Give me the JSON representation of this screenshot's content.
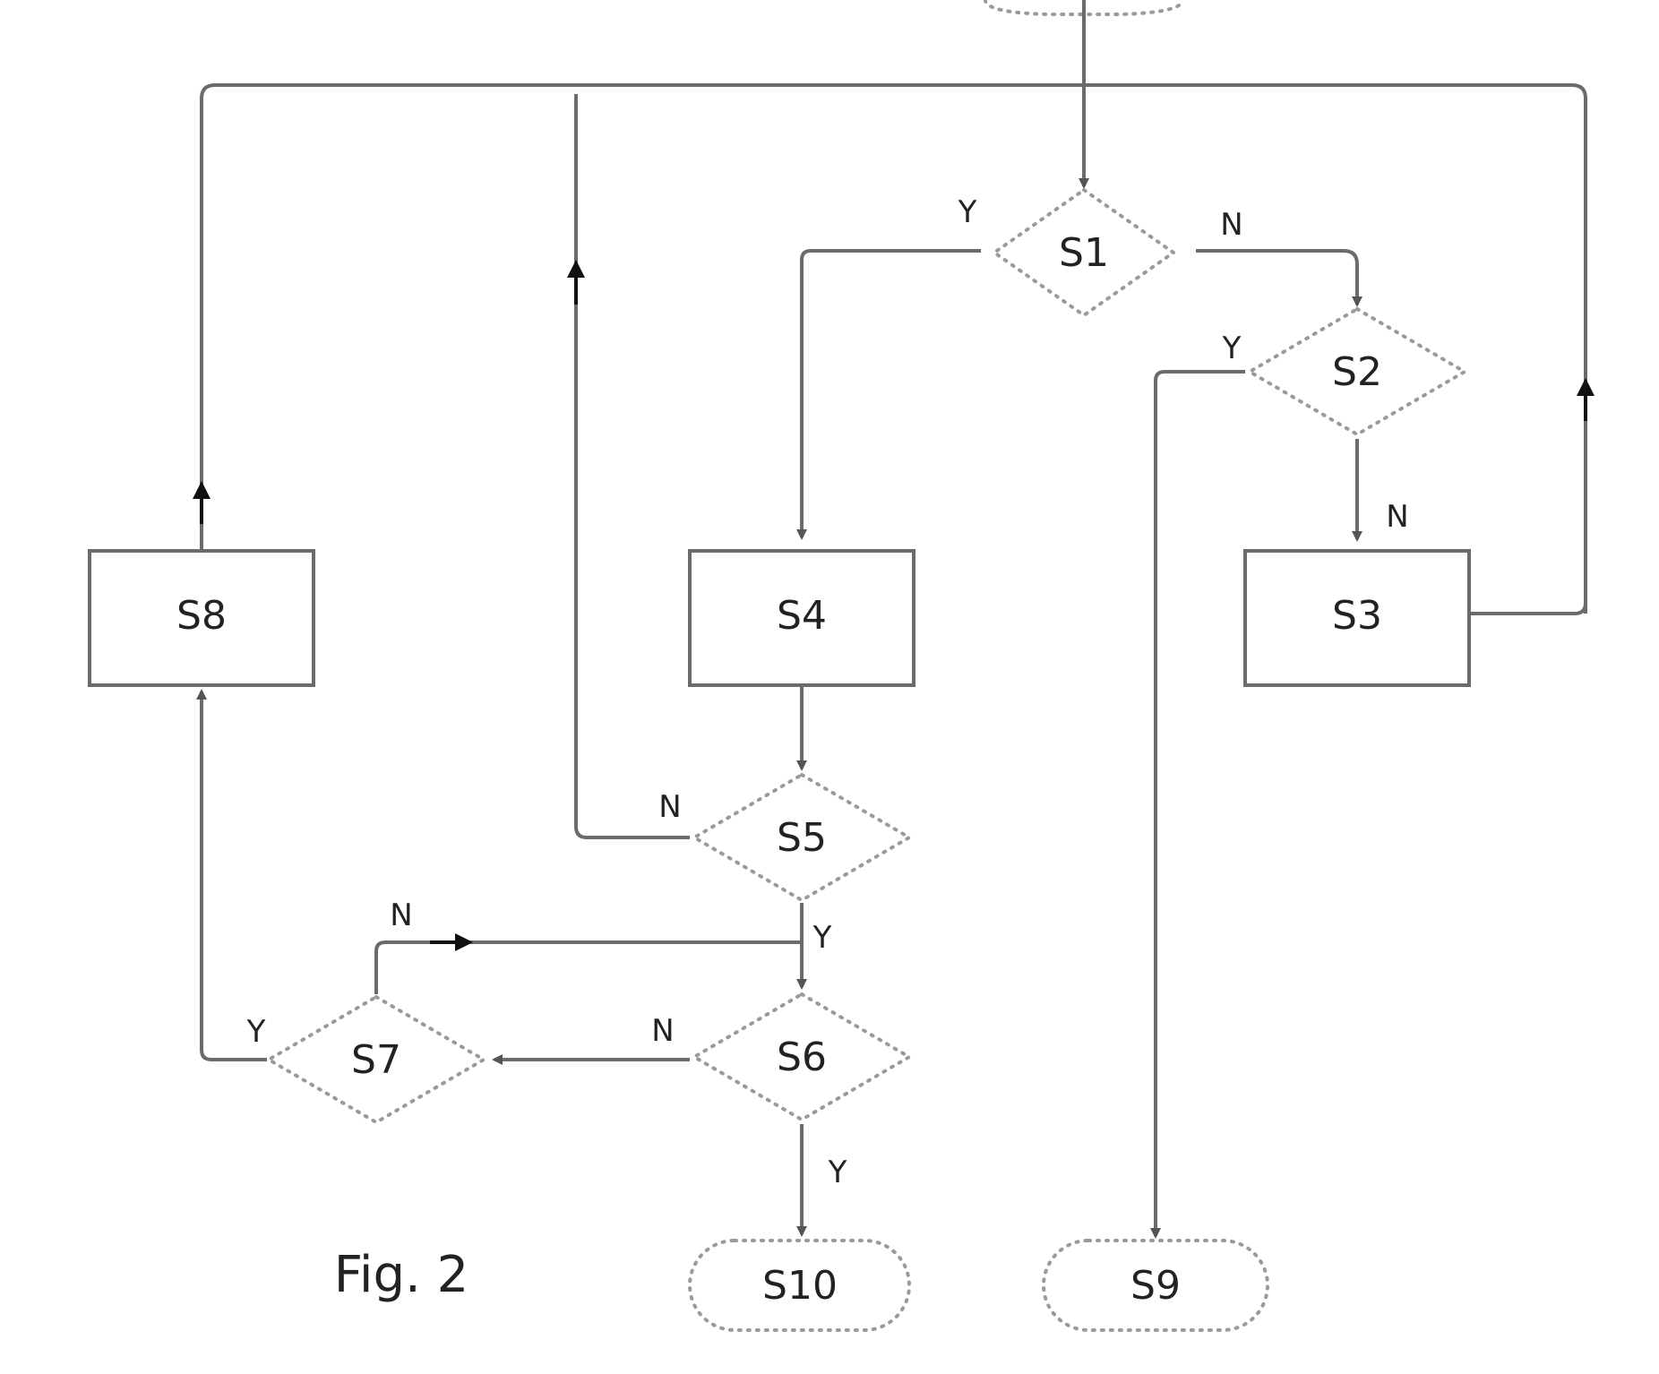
{
  "figure": {
    "title": "Fig. 2"
  },
  "nodes": {
    "S1": "S1",
    "S2": "S2",
    "S3": "S3",
    "S4": "S4",
    "S5": "S5",
    "S6": "S6",
    "S7": "S7",
    "S8": "S8",
    "S9": "S9",
    "S10": "S10"
  },
  "edge_labels": {
    "s1_yes": "Y",
    "s1_no": "N",
    "s2_yes": "Y",
    "s2_no": "N",
    "s5_no": "N",
    "s5_yes": "Y",
    "s6_no": "N",
    "s6_yes": "Y",
    "s7_yes": "Y",
    "s7_no": "N"
  },
  "colors": {
    "line": "#6b6b6b",
    "dotted": "#9a9a9a",
    "text": "#222222"
  }
}
